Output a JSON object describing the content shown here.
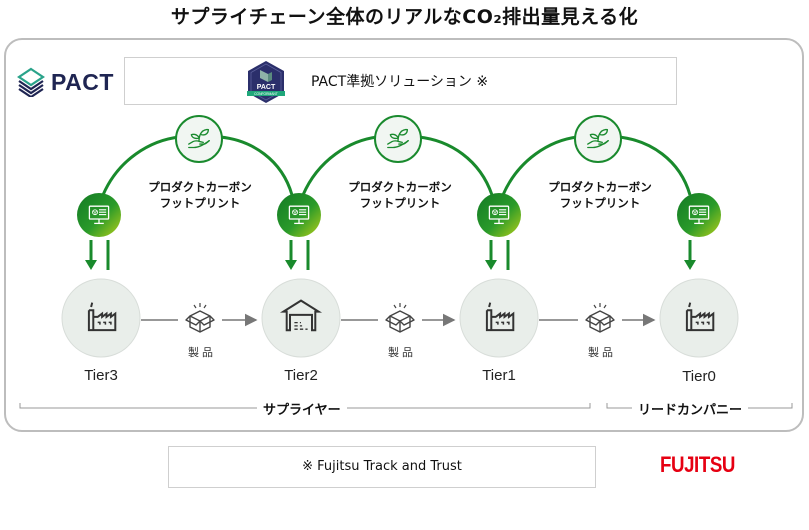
{
  "title": "サプライチェーン全体のリアルなCO₂排出量見える化",
  "pact": {
    "logo_text": "PACT",
    "badge_text": "PACT",
    "badge_subtext": "CONFORMANT",
    "solution_label": "PACT準拠ソリューション ※"
  },
  "flow": {
    "pcf_label_line1": "プロダクトカーボン",
    "pcf_label_line2": "フットプリント",
    "product_label": "製品",
    "tiers": [
      {
        "name": "Tier3",
        "icon": "factory-icon"
      },
      {
        "name": "Tier2",
        "icon": "warehouse-icon"
      },
      {
        "name": "Tier1",
        "icon": "factory-icon"
      },
      {
        "name": "Tier0",
        "icon": "factory-icon"
      }
    ]
  },
  "groups": {
    "supplier_label": "サプライヤー",
    "lead_company_label": "リードカンパニー"
  },
  "footnote": "※  Fujitsu Track and Trust",
  "brand": {
    "name": "FUJITSU",
    "color": "#e60012"
  },
  "colors": {
    "green_dark": "#1a8a2e",
    "green_light": "#a8c81e",
    "navy": "#1f2552",
    "node_fill": "#eef2ef",
    "arc_stroke": "#198a2c"
  }
}
